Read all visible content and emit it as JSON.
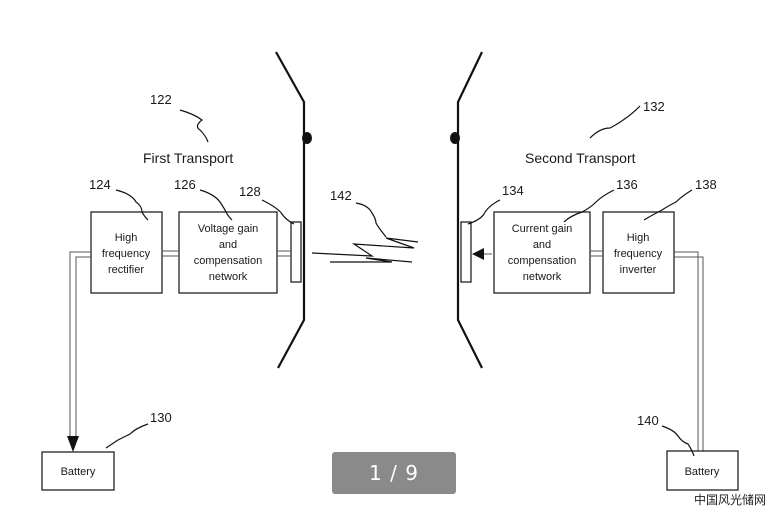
{
  "labels": {
    "first_transport": "First Transport",
    "second_transport": "Second Transport"
  },
  "refs": {
    "r122": "122",
    "r124": "124",
    "r126": "126",
    "r128": "128",
    "r130": "130",
    "r132": "132",
    "r134": "134",
    "r136": "136",
    "r138": "138",
    "r140": "140",
    "r142": "142"
  },
  "blocks": {
    "rectifier": [
      "High",
      "frequency",
      "rectifier"
    ],
    "voltage_network": [
      "Voltage gain",
      "and",
      "compensation",
      "network"
    ],
    "current_network": [
      "Current gain",
      "and",
      "compensation",
      "network"
    ],
    "inverter": [
      "High",
      "frequency",
      "inverter"
    ],
    "battery_left": "Battery",
    "battery_right": "Battery"
  },
  "pager": {
    "text": "1 / 9"
  },
  "watermark": {
    "text": "中国风光储网"
  }
}
